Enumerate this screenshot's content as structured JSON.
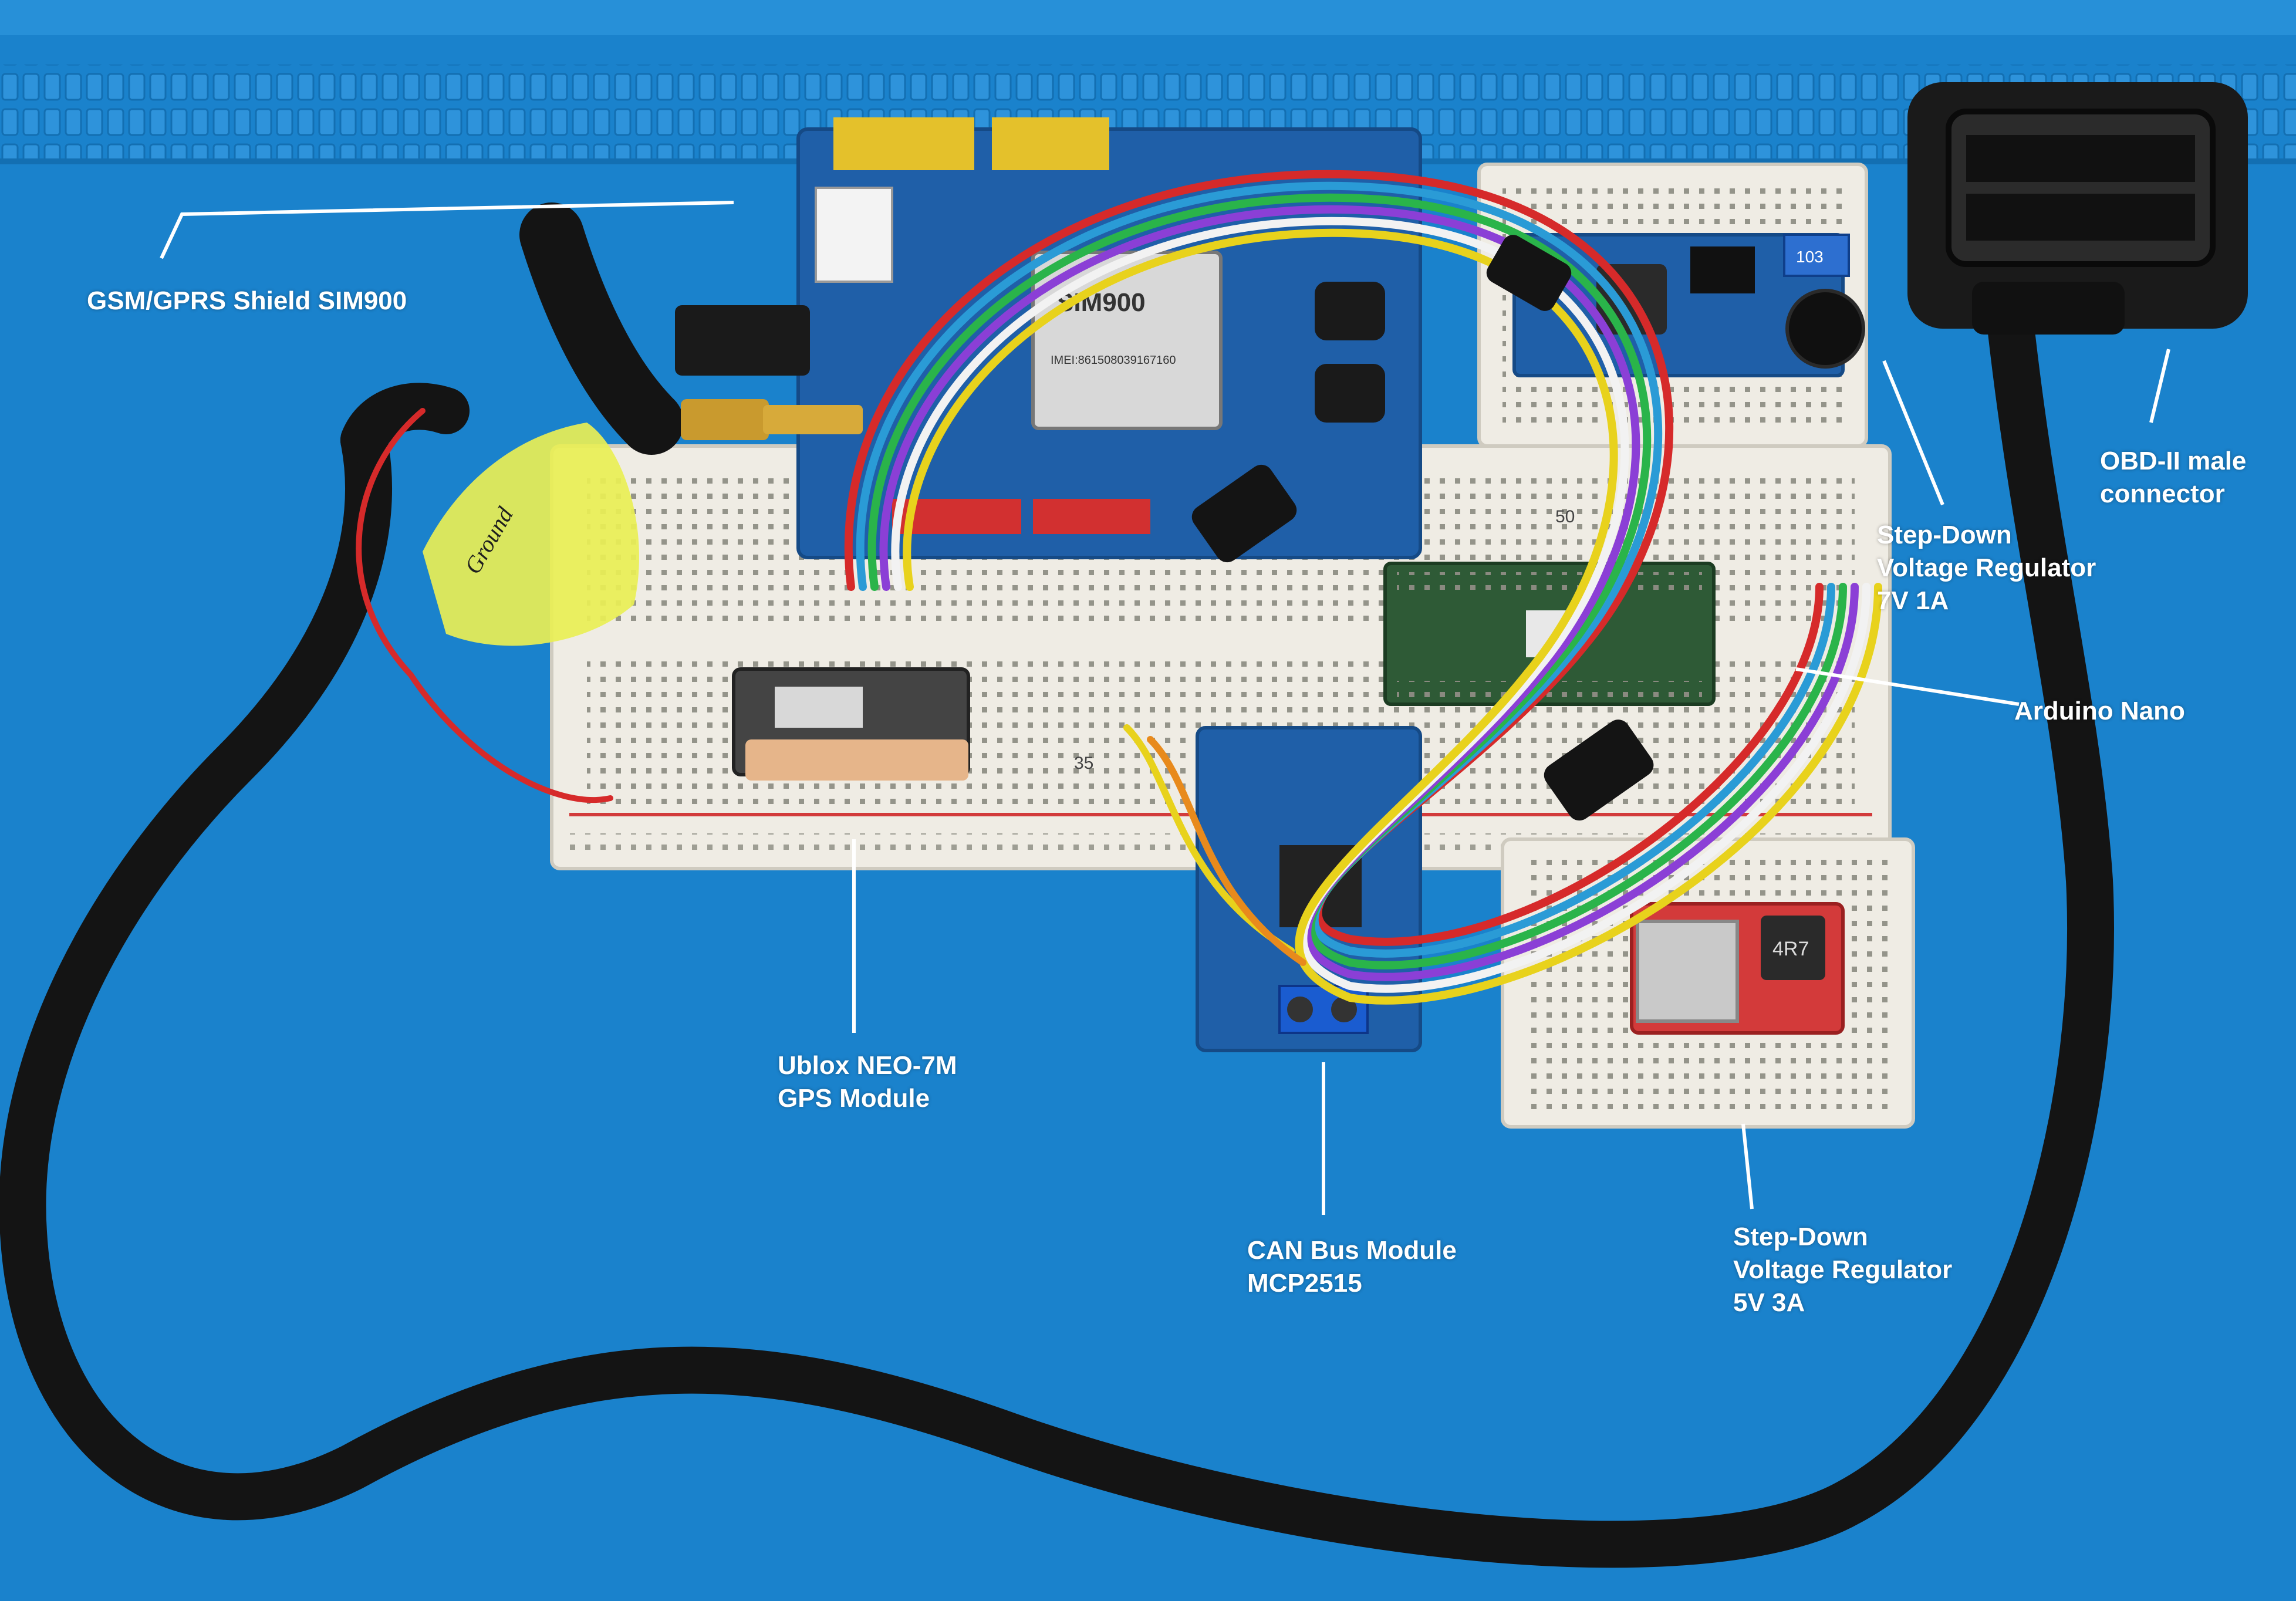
{
  "colors": {
    "mat": "#1a82cc",
    "mat_grid": "#2f95dc",
    "breadboard": "#efece4",
    "pcb_blue": "#1f5fa8",
    "pcb_green": "#2e5a36",
    "cable": "#141414",
    "label_text": "#ffffff"
  },
  "annotations": {
    "gsm": "GSM/GPRS Shield SIM900",
    "obd_1": "OBD-II male",
    "obd_2": "connector",
    "sd7_1": "Step-Down",
    "sd7_2": "Voltage Regulator",
    "sd7_3": "7V 1A",
    "nano": "Arduino Nano",
    "gps_1": "Ublox NEO-7M",
    "gps_2": "GPS Module",
    "can_1": "CAN Bus Module",
    "can_2": "MCP2515",
    "sd5_1": "Step-Down",
    "sd5_2": "Voltage Regulator",
    "sd5_3": "5V 3A"
  },
  "board_text": {
    "sim900": "SIM900",
    "imei": "IMEI:861508039167160",
    "pot": "103",
    "inductor": "4R7",
    "note": "Ground",
    "row35": "35",
    "row50": "50"
  }
}
